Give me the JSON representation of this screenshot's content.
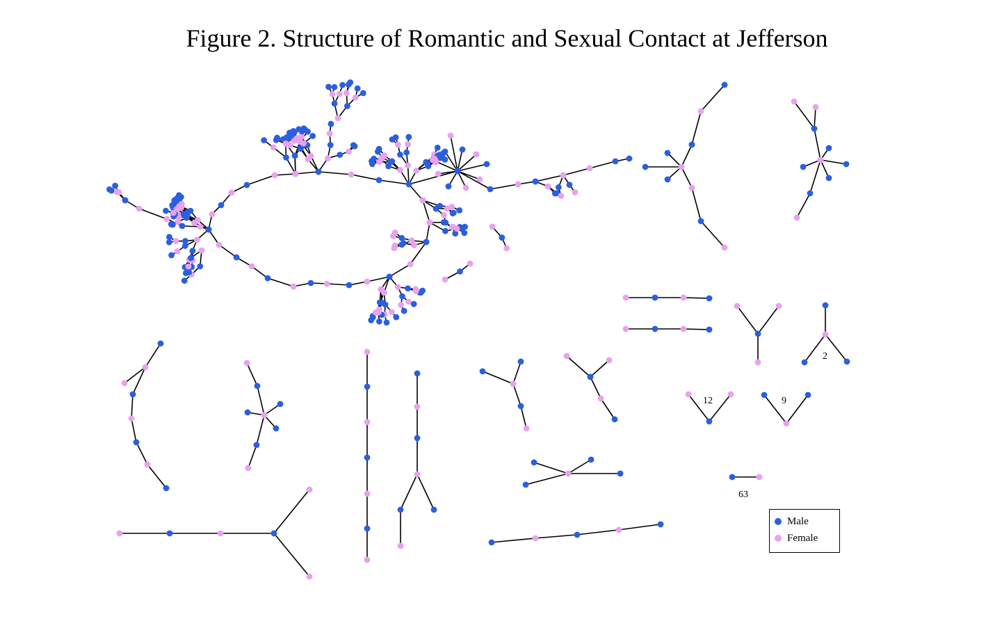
{
  "title": "Figure 2. Structure of Romantic and Sexual Contact at Jefferson",
  "colors": {
    "male": "#2a5fe0",
    "female": "#e9a2ef",
    "edge": "#000000"
  },
  "legend": [
    {
      "label": "Male",
      "color": "#2a5fe0"
    },
    {
      "label": "Female",
      "color": "#e9a2ef"
    }
  ],
  "component_counts": [
    "2",
    "12",
    "9",
    "63"
  ]
}
